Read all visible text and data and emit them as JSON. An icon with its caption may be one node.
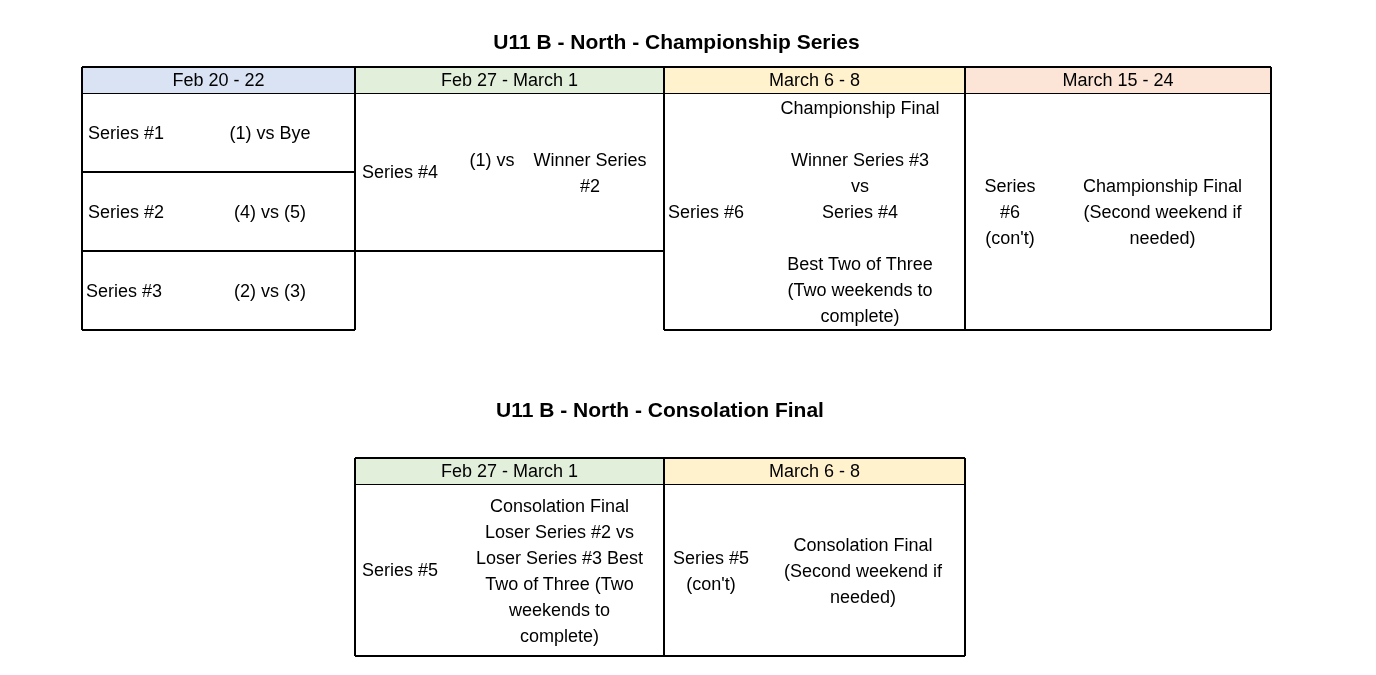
{
  "diagram": {
    "title": "U11 B - North - Championship Series",
    "labels": [
      "Feb 20 - 22",
      "Feb 27 - March 1",
      "March 6 - 8",
      "March 15 - 24",
      "Series #1",
      "(1) vs Bye",
      "Series #4",
      "(1) vs",
      "Winner Series #2",
      "Series #6",
      "Championship Final",
      "Winner Series #3",
      "vs",
      "Series #4",
      "Best Two of Three (Two weekends to complete)",
      "Series #6 (con't)",
      "Championship Final (Second weekend if needed)",
      "Series #2",
      "(4) vs (5)",
      "Series #3",
      "(2) vs (3)",
      "U11 B - North - Consolation Final",
      "Feb 27 - March 1",
      "March 6 - 8",
      "Series #5",
      "Consolation Final Loser Series #2 vs Loser Series #3 Best Two of Three (Two weekends to complete)",
      "Series #5 (con't)",
      "Consolation Final (Second weekend if needed)"
    ]
  }
}
